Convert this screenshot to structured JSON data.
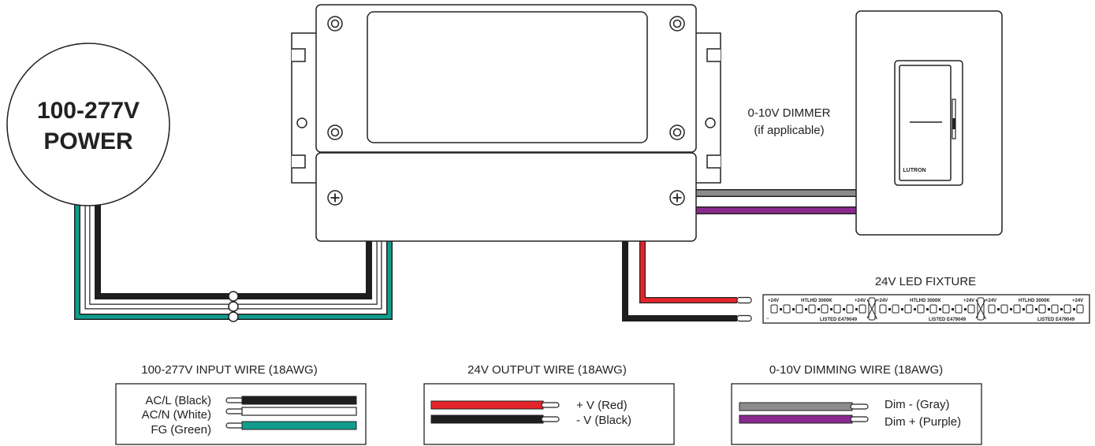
{
  "power_source": {
    "line1": "100-277V",
    "line2": "POWER"
  },
  "dimmer": {
    "title": "0-10V DIMMER",
    "subtitle": "(if applicable)",
    "brand": "LUTRON"
  },
  "led_fixture": {
    "title": "24V LED FIXTURE",
    "plus_label": "+24V",
    "minus_label": "−",
    "model_label": "HTLHD 3000K",
    "listing_label": "LISTED E479049"
  },
  "legends": {
    "input": {
      "title": "100-277V INPUT WIRE (18AWG)",
      "wires": [
        {
          "label": "AC/L (Black)",
          "color": "#1e1e1e"
        },
        {
          "label": "AC/N (White)",
          "color": "#ffffff"
        },
        {
          "label": "FG (Green)",
          "color": "#0f9e8c"
        }
      ]
    },
    "output": {
      "title": "24V OUTPUT WIRE (18AWG)",
      "wires": [
        {
          "label": "+ V (Red)",
          "color": "#e4242b"
        },
        {
          "label": "- V (Black)",
          "color": "#1e1e1e"
        }
      ]
    },
    "dimming": {
      "title": "0-10V DIMMING WIRE (18AWG)",
      "wires": [
        {
          "label": "Dim - (Gray)",
          "color": "#8c8c8c"
        },
        {
          "label": "Dim + (Purple)",
          "color": "#8a2a8e"
        }
      ]
    }
  }
}
